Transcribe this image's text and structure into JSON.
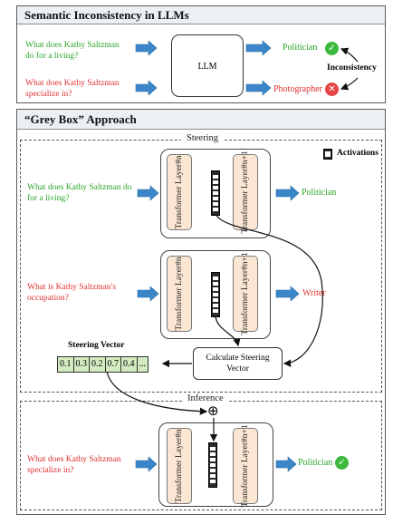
{
  "section1": {
    "title": "Semantic Inconsistency in LLMs",
    "question_1": "What does Kathy Saltzman do for a living?",
    "question_2": "What does Kathy Saltzman specialize in?",
    "model_label": "LLM",
    "answer_1": "Politician",
    "answer_2": "Photographer",
    "inconsistency_label": "Inconsistency"
  },
  "section2": {
    "title": "“Grey Box” Approach",
    "steering": {
      "title": "Steering",
      "legend_label": "Activations",
      "question_1": "What does Kathy Saltzman do for a living?",
      "answer_1": "Politician",
      "question_2": "What is Kathy Saltzman's occupation?",
      "answer_2": "Writer",
      "layer_n": "Transformer Layer#n",
      "layer_n1": "Transformer Layer#n+1",
      "calc_label": "Calculate Steering Vector",
      "vector_title": "Steering Vector",
      "vector_values": [
        "0.1",
        "0.3",
        "0.2",
        "0.7",
        "0.4",
        "..."
      ]
    },
    "inference": {
      "title": "Inference",
      "question": "What does Kathy Saltzman specialize in?",
      "answer": "Politician",
      "layer_n": "Transformer Layer#n",
      "layer_n1": "Transformer Layer#n+1",
      "plus_symbol": "⊕"
    }
  },
  "icons": {
    "check": "check-icon",
    "cross": "cross-icon",
    "arrow": "block-arrow-icon",
    "activation": "activation-vector-icon"
  },
  "colors": {
    "question_green": "#2aa52a",
    "question_red": "#e03030",
    "arrow_blue": "#3a86c8",
    "layer_fill": "#fae6d2",
    "vector_fill": "#d3ecbf",
    "header_fill": "#eceff3"
  }
}
